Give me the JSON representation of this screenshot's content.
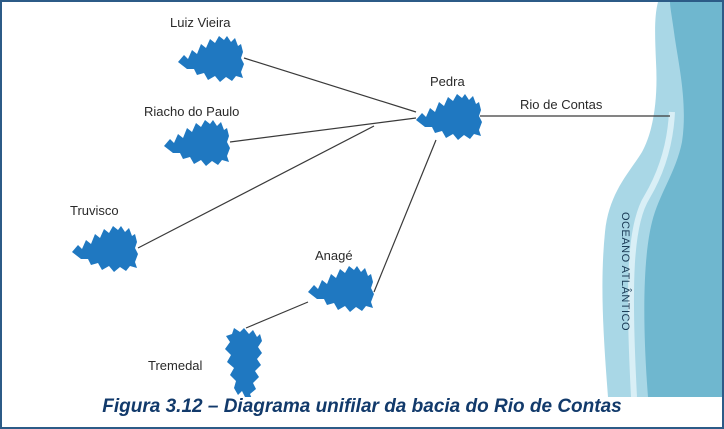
{
  "colors": {
    "frame": "#2c5b87",
    "basin": "#1f78c1",
    "ocean_light": "#a9d7e6",
    "ocean_dark": "#6fb7cf",
    "line": "#3a3a3a",
    "caption": "#123a6b"
  },
  "nodes": {
    "luiz_vieira": "Luiz Vieira",
    "riacho_do_paulo": "Riacho do Paulo",
    "truvisco": "Truvisco",
    "pedra": "Pedra",
    "anage": "Anagé",
    "tremedal": "Tremedal"
  },
  "river": {
    "label": "Rio de Contas"
  },
  "ocean": {
    "label": "OCEANO ATLÂNTICO"
  },
  "caption": "Figura 3.12 – Diagrama unifilar da bacia do Rio de Contas"
}
